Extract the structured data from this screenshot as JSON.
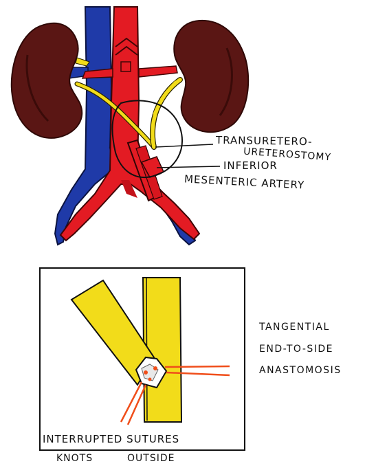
{
  "diagram": {
    "labels": {
      "transuretero": "TRANSURETERO-",
      "ureterostomy": "URETEROSTOMY",
      "inferior": "INFERIOR",
      "mesenteric_artery": "MESENTERIC ARTERY",
      "tangential": "TANGENTIAL",
      "end_to_side": "END-TO-SIDE",
      "anastomosis": "ANASTOMOSIS",
      "interrupted_sutures": "INTERRUPTED SUTURES",
      "knots": "KNOTS",
      "outside": "OUTSIDE"
    }
  },
  "colors": {
    "kidney": "#5a1614",
    "kidney_dark": "#2e0806",
    "artery": "#e31b23",
    "vein": "#1f3aa8",
    "ureter": "#f2dc1a",
    "suture": "#f04e1a",
    "ink": "#111111"
  }
}
